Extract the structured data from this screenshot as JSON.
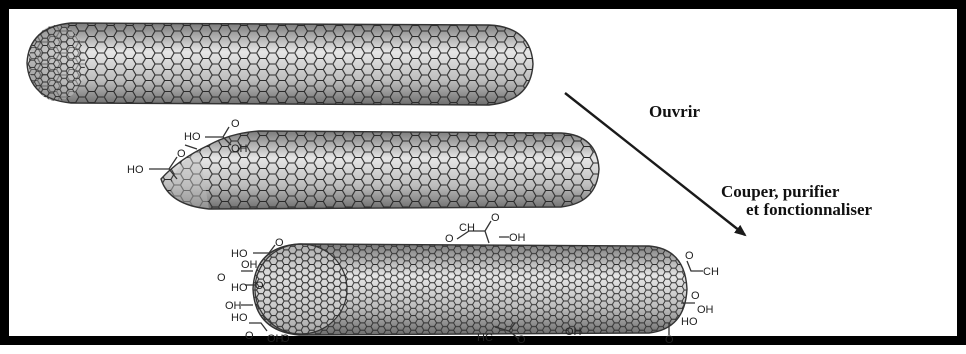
{
  "steps": {
    "open_label": "Ouvrir",
    "process_label_line1": "Couper, purifier",
    "process_label_line2": "et fonctionnaliser"
  },
  "tube_open": {
    "groups": [
      "HO",
      "O",
      "OH",
      "HO",
      "O"
    ]
  },
  "tube_functionalized": {
    "left_groups": [
      "HO",
      "O",
      "OH",
      "O",
      "HO",
      "O",
      "OH",
      "HO",
      "O",
      "OH",
      "O"
    ],
    "top_groups": [
      "CH",
      "O",
      "O",
      "OH"
    ],
    "right_groups": [
      "O",
      "CH",
      "O",
      "OH",
      "HO",
      "O"
    ],
    "bottom_groups": [
      "HC",
      "O",
      "OH"
    ]
  },
  "colors": {
    "border": "#000000",
    "background": "#ffffff",
    "tube_light": "#e6e6e6",
    "tube_dark": "#7a7a7a",
    "lattice": "#2b2b2b"
  }
}
